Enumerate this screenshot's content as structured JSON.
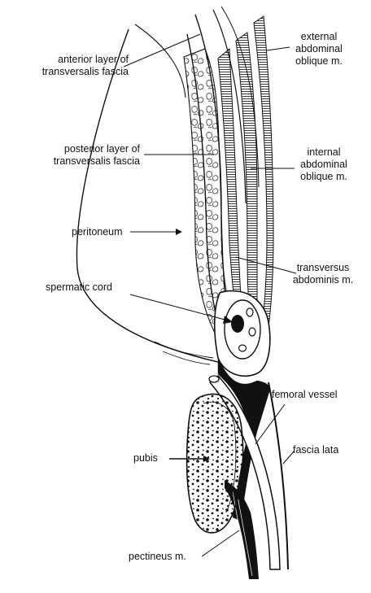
{
  "labels": {
    "anterior_layer": {
      "line1": "anterior layer of",
      "line2": "transversalis fascia"
    },
    "posterior_layer": {
      "line1": "posterior layer of",
      "line2": "transversalis fascia"
    },
    "peritoneum": "peritoneum",
    "spermatic_cord": "spermatic cord",
    "external_oblique": {
      "line1": "external",
      "line2": "abdominal",
      "line3": "oblique m."
    },
    "internal_oblique": {
      "line1": "internal",
      "line2": "abdominal",
      "line3": "oblique m."
    },
    "transversus": {
      "line1": "transversus",
      "line2": "abdominis m."
    },
    "femoral_vessel": "femoral vessel",
    "fascia_lata": "fascia lata",
    "pubis": "pubis",
    "pectineus": "pectineus m."
  }
}
